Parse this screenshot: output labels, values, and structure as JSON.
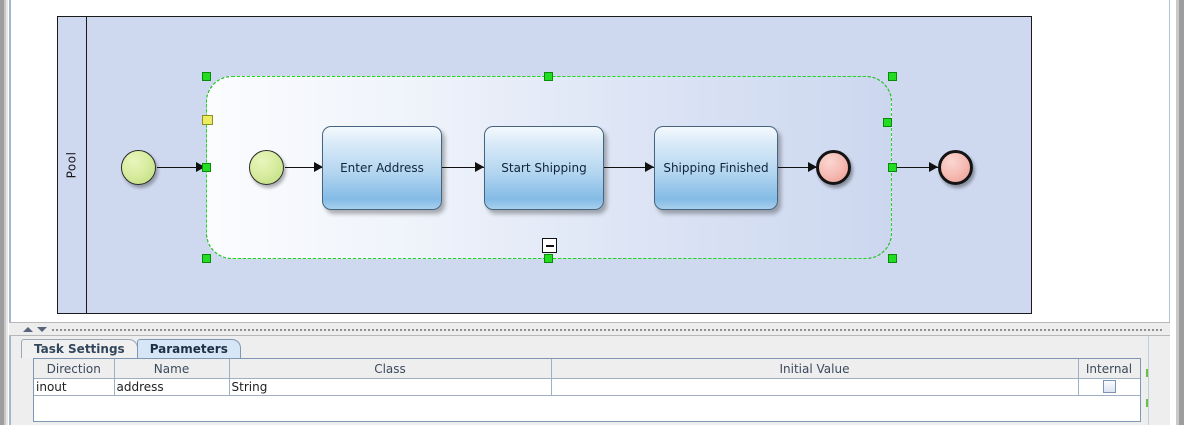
{
  "window": {
    "canvas": {
      "pool": {
        "label": "Pool"
      },
      "subprocess": {
        "selected": true,
        "collapse_icon": "minus-icon",
        "handle_colors": {
          "resize": "#22dd22",
          "special": "#ecec62"
        }
      },
      "nodes": [
        {
          "id": "start-outer",
          "type": "start-event",
          "label": ""
        },
        {
          "id": "start-inner",
          "type": "start-event",
          "label": ""
        },
        {
          "id": "task-1",
          "type": "task",
          "label": "Enter Address"
        },
        {
          "id": "task-2",
          "type": "task",
          "label": "Start Shipping"
        },
        {
          "id": "task-3",
          "type": "task",
          "label": "Shipping Finished"
        },
        {
          "id": "end-inner",
          "type": "end-event",
          "label": ""
        },
        {
          "id": "end-outer",
          "type": "end-event",
          "label": ""
        }
      ]
    },
    "splitter": {
      "up_icon": "triangle-up-icon",
      "down_icon": "triangle-down-icon"
    },
    "bottom_panel": {
      "tabs": [
        {
          "label": "Task Settings",
          "active": false
        },
        {
          "label": "Parameters",
          "active": true
        }
      ],
      "table": {
        "columns": [
          "Direction",
          "Name",
          "Class",
          "Initial Value",
          "Internal"
        ],
        "rows": [
          {
            "direction": "inout",
            "name": "address",
            "class": "String",
            "initial_value": "",
            "internal_checked": false
          }
        ]
      },
      "actions": [
        {
          "name": "add-parameter",
          "icon": "plus-icon",
          "color": "#6ac043"
        },
        {
          "name": "remove-parameter",
          "icon": "minus-icon",
          "color": "#6ac043"
        }
      ]
    }
  }
}
